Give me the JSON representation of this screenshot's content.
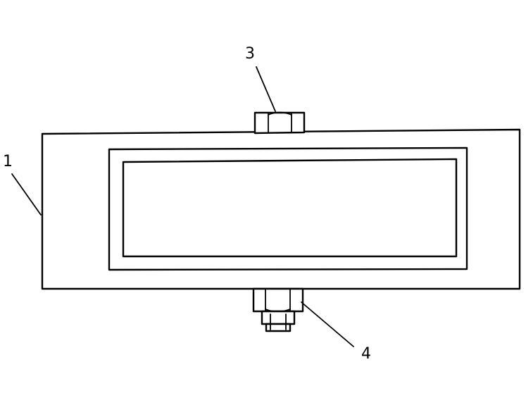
{
  "diagram": {
    "callouts": {
      "left_body": "1",
      "top_fitting": "3",
      "bottom_fitting": "4"
    },
    "colors": {
      "line": "#000000",
      "background": "#ffffff"
    }
  }
}
